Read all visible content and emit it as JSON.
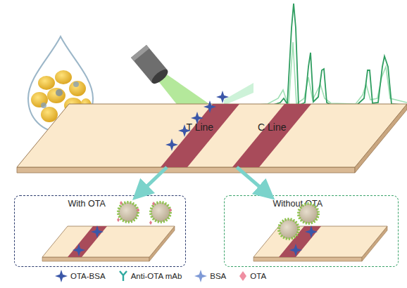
{
  "diagram": {
    "nodes": [
      {
        "text": [
          "T Line"
        ]
      },
      {
        "text": [
          "C Line"
        ]
      },
      {
        "text": [
          "With OTA"
        ]
      },
      {
        "text": [
          "Without OTA"
        ]
      }
    ],
    "edges": [
      {
        "from": 0,
        "to": 2,
        "arrow": "to"
      },
      {
        "from": 0,
        "to": 3,
        "arrow": "to"
      }
    ],
    "legend": [
      {
        "text": "OTA-BSA"
      },
      {
        "text": "Anti-OTA mAb"
      },
      {
        "text": "BSA"
      },
      {
        "text": "OTA"
      }
    ]
  }
}
